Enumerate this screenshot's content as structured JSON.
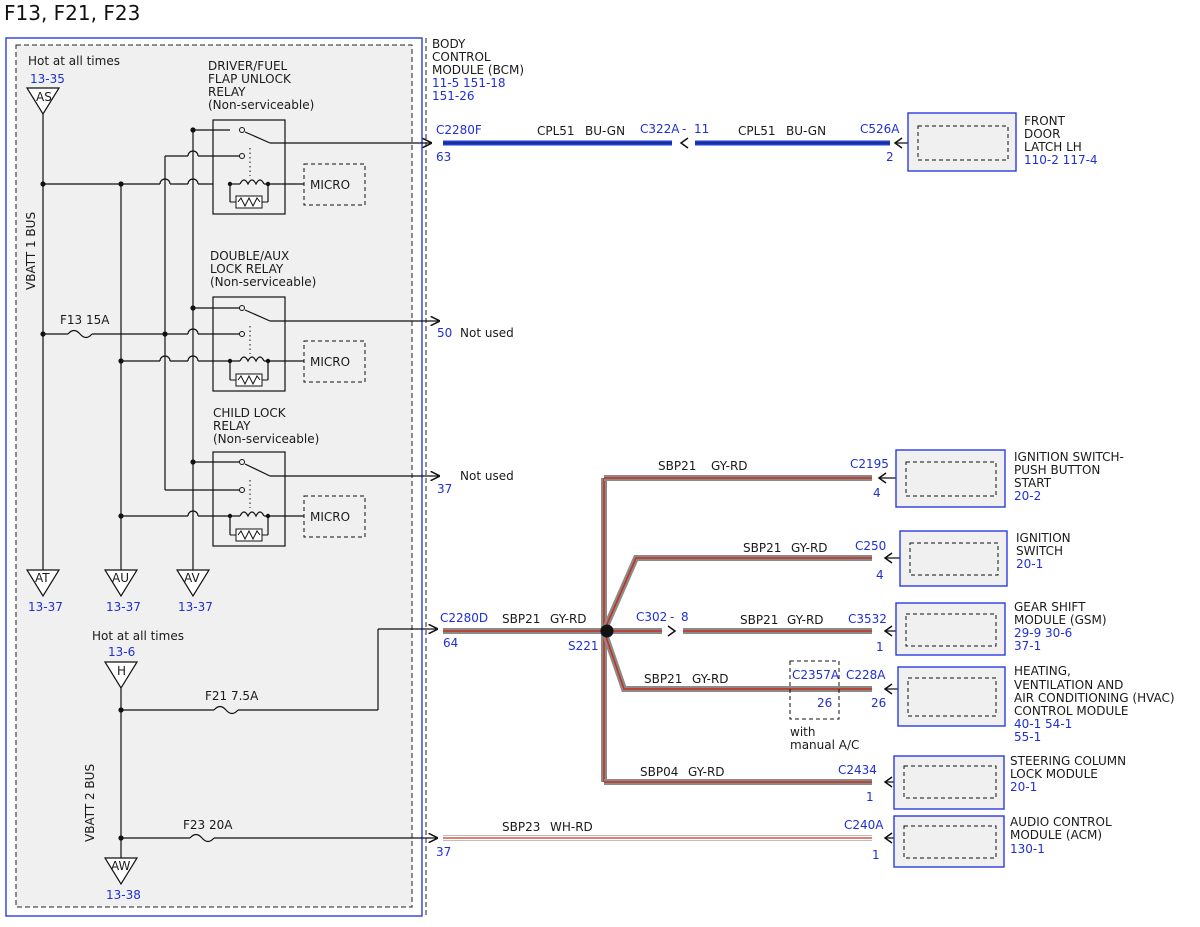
{
  "title": "F13, F21, F23",
  "bcm": {
    "name_lines": [
      "BODY",
      "CONTROL",
      "MODULE (BCM)"
    ],
    "refs_line1": "11-5    151-18",
    "refs_line2": "151-26"
  },
  "buses": {
    "vbatt1": {
      "label": "VBATT 1 BUS",
      "hot_label": "Hot at all times",
      "source": "AS",
      "source_ref": "13-35"
    },
    "vbatt2": {
      "label": "VBATT 2 BUS",
      "hot_label": "Hot at all times",
      "source": "H",
      "source_ref": "13-6"
    }
  },
  "terminals": [
    {
      "id": "AT",
      "ref": "13-37"
    },
    {
      "id": "AU",
      "ref": "13-37"
    },
    {
      "id": "AV",
      "ref": "13-37"
    },
    {
      "id": "AW",
      "ref": "13-38"
    }
  ],
  "fuses": [
    {
      "label": "F13  15A"
    },
    {
      "label": "F21  7.5A"
    },
    {
      "label": "F23  20A"
    }
  ],
  "relays": [
    {
      "name_lines": [
        "DRIVER/FUEL",
        "FLAP UNLOCK",
        "RELAY",
        "(Non-serviceable)"
      ],
      "micro": "MICRO"
    },
    {
      "name_lines": [
        "DOUBLE/AUX",
        "LOCK RELAY",
        "(Non-serviceable)"
      ],
      "micro": "MICRO"
    },
    {
      "name_lines": [
        "CHILD LOCK",
        "RELAY",
        "(Non-serviceable)"
      ],
      "micro": "MICRO"
    }
  ],
  "bcm_pins": {
    "c2280f": {
      "connector": "C2280F",
      "pin": "63"
    },
    "pin50": {
      "pin": "50",
      "note": "Not used"
    },
    "pin37a": {
      "pin": "37",
      "note": "Not used"
    },
    "c2280d": {
      "connector": "C2280D",
      "pin": "64"
    },
    "pin37b": {
      "pin": "37"
    }
  },
  "top_circuit": {
    "seg1": {
      "circuit": "CPL51",
      "color": "BU-GN"
    },
    "inline": {
      "connector": "C322A",
      "pin": "11"
    },
    "seg2": {
      "circuit": "CPL51",
      "color": "BU-GN"
    },
    "device_connector": "C526A",
    "device_pin": "2",
    "device": {
      "name_lines": [
        "FRONT",
        "DOOR",
        "LATCH LH"
      ],
      "refs": "110-2 117-4"
    }
  },
  "splice": {
    "id": "S221",
    "feed": {
      "circuit": "SBP21",
      "color": "GY-RD"
    }
  },
  "branches": [
    {
      "circuit": "SBP21",
      "color": "GY-RD",
      "connector": "C2195",
      "pin": "4",
      "device_lines": [
        "IGNITION SWITCH-",
        "PUSH BUTTON",
        "START"
      ],
      "refs_lines": [
        "20-2"
      ]
    },
    {
      "circuit": "SBP21",
      "color": "GY-RD",
      "connector": "C250",
      "pin": "4",
      "device_lines": [
        "IGNITION",
        "SWITCH"
      ],
      "refs_lines": [
        "20-1"
      ]
    },
    {
      "circuit": "SBP21",
      "color": "GY-RD",
      "inline_connector": "C302",
      "inline_pin": "8",
      "connector": "C3532",
      "pin": "1",
      "device_lines": [
        "GEAR SHIFT",
        "MODULE (GSM)"
      ],
      "refs_lines": [
        "29-9   30-6",
        "37-1"
      ]
    },
    {
      "circuit": "SBP21",
      "color": "GY-RD",
      "option_connector": "C2357A",
      "option_pin": "26",
      "option_note": [
        "with",
        "manual A/C"
      ],
      "connector": "C228A",
      "pin": "26",
      "device_lines": [
        "HEATING,",
        "VENTILATION AND",
        "AIR CONDITIONING (HVAC)",
        "CONTROL MODULE"
      ],
      "refs_lines": [
        "40-1   54-1",
        "55-1"
      ]
    },
    {
      "circuit": "SBP04",
      "color": "GY-RD",
      "connector": "C2434",
      "pin": "1",
      "device_lines": [
        "STEERING COLUMN",
        "LOCK MODULE"
      ],
      "refs_lines": [
        "20-1"
      ]
    }
  ],
  "audio_circuit": {
    "circuit": "SBP23",
    "color": "WH-RD",
    "connector": "C240A",
    "pin": "1",
    "device_lines": [
      "AUDIO CONTROL",
      "MODULE (ACM)"
    ],
    "refs_lines": [
      "130-1"
    ]
  },
  "colors": {
    "connector_text": "#1f2fd6",
    "bu_gn_wire": "#1e3fd0",
    "gy_rd_wire": "#8a8a8a",
    "gy_rd_tracer": "#c8301e",
    "wh_rd_tracer": "#d23020",
    "module_border": "#2a3be0",
    "panel_fill": "#f0f0f0"
  }
}
